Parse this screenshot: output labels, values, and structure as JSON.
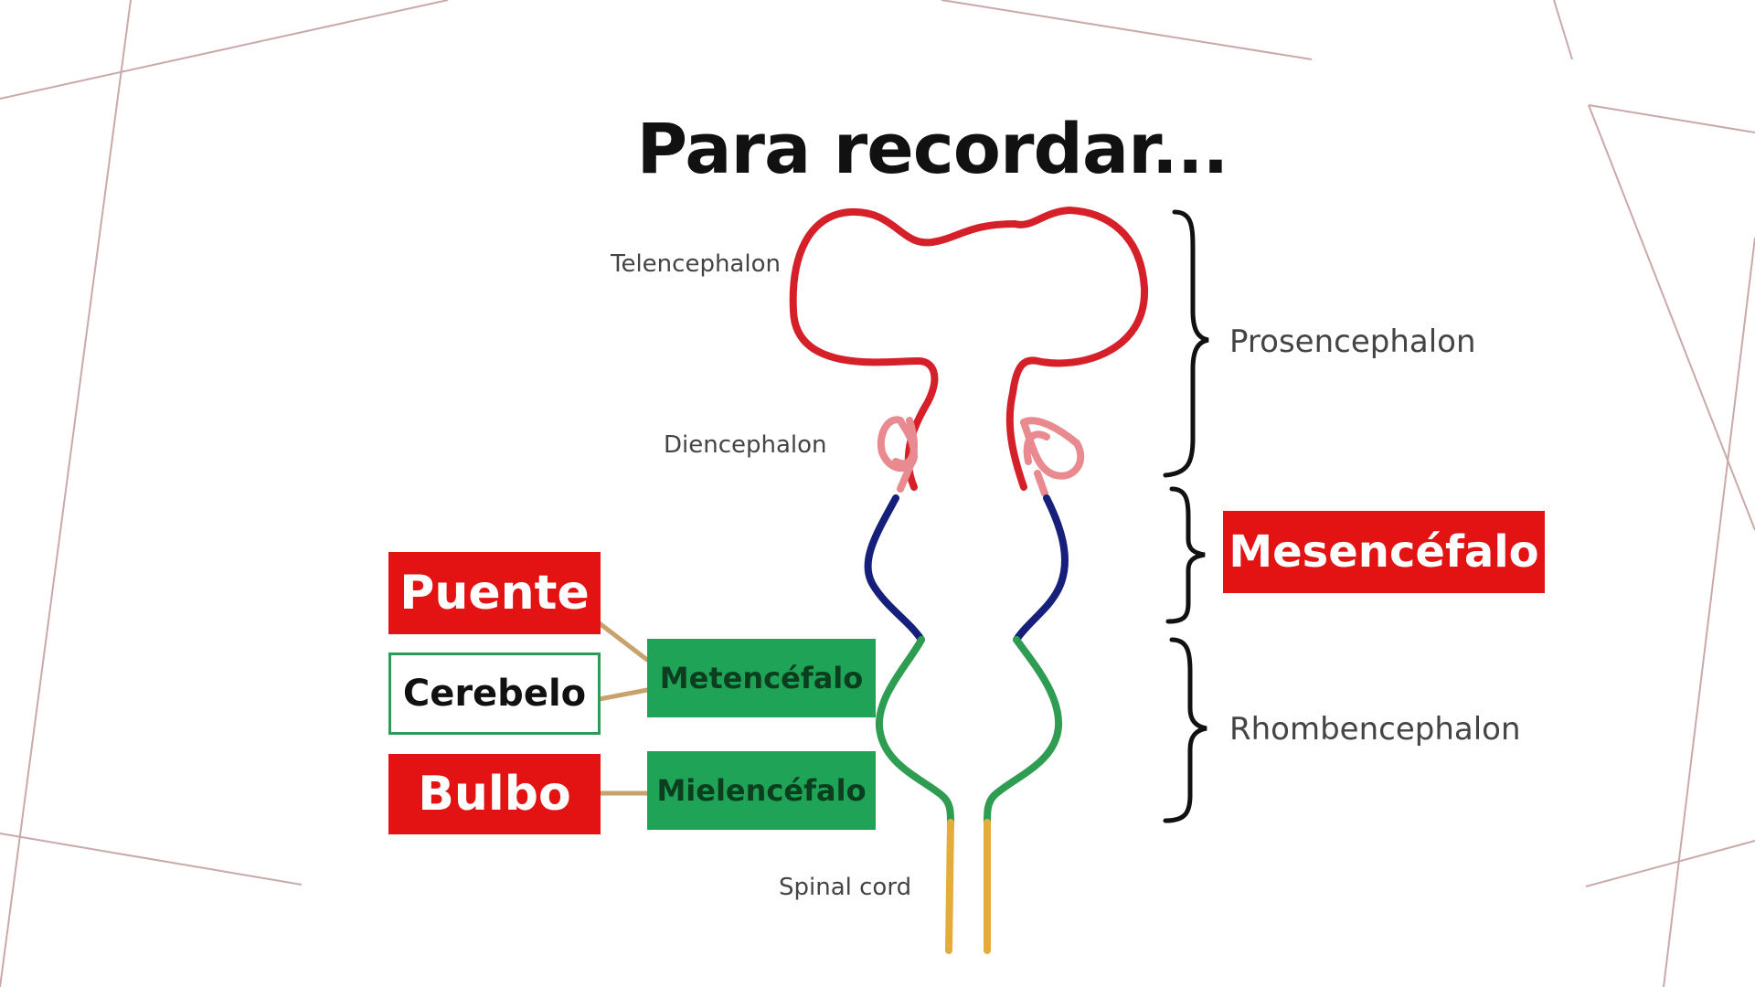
{
  "title": "Para recordar...",
  "colors": {
    "telencephalon": "#d5202a",
    "diencephalon": "#e88a8f",
    "mesencephalon": "#16207a",
    "rhombencephalon": "#2e9d52",
    "spinal_cord": "#e4ac3a",
    "red_box": "#e31313",
    "green_box": "#1ea357",
    "arrow": "#c9a16a",
    "decor_lines": "#c9a9a9"
  },
  "structure_labels": {
    "telencephalon": "Telencephalon",
    "diencephalon": "Diencephalon",
    "spinal_cord": "Spinal cord"
  },
  "divisions": {
    "prosencephalon": "Prosencephalon",
    "mesencephalon": "Mesencéfalo",
    "rhombencephalon": "Rhombencephalon"
  },
  "subdivisions": {
    "metencephalon": "Metencéfalo",
    "myelencephalon": "Mielencéfalo"
  },
  "derivatives": {
    "pons": "Puente",
    "cerebellum": "Cerebelo",
    "medulla": "Bulbo"
  }
}
